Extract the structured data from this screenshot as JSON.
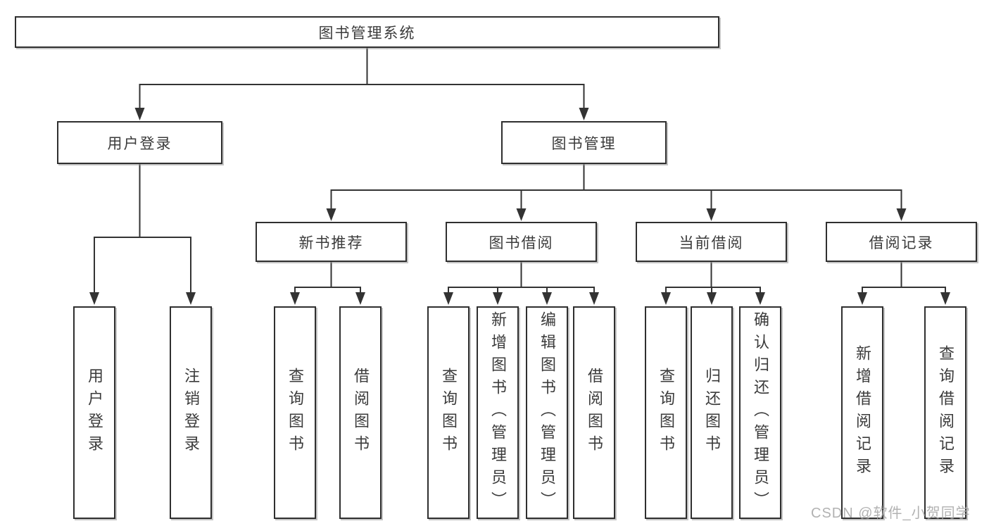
{
  "diagram": {
    "root": {
      "label": "图书管理系统"
    },
    "branches": [
      {
        "label": "用户登录",
        "leaves": [
          {
            "label": "用户登录"
          },
          {
            "label": "注销登录"
          }
        ]
      },
      {
        "label": "图书管理",
        "groups": [
          {
            "label": "新书推荐",
            "leaves": [
              {
                "label": "查询图书"
              },
              {
                "label": "借阅图书"
              }
            ]
          },
          {
            "label": "图书借阅",
            "leaves": [
              {
                "label": "查询图书"
              },
              {
                "label": "新增图书（管理员）"
              },
              {
                "label": "编辑图书（管理员）"
              },
              {
                "label": "借阅图书"
              }
            ]
          },
          {
            "label": "当前借阅",
            "leaves": [
              {
                "label": "查询图书"
              },
              {
                "label": "归还图书"
              },
              {
                "label": "确认归还（管理员）"
              }
            ]
          },
          {
            "label": "借阅记录",
            "leaves": [
              {
                "label": "新增借阅记录"
              },
              {
                "label": "查询借阅记录"
              }
            ]
          }
        ]
      }
    ],
    "watermark": "CSDN @软件_小贺同学",
    "colors": {
      "line": "#333333",
      "border": "#2f2f2f",
      "text": "#3b3b3b",
      "watermark": "#a5a5a5",
      "background": "#ffffff"
    }
  }
}
